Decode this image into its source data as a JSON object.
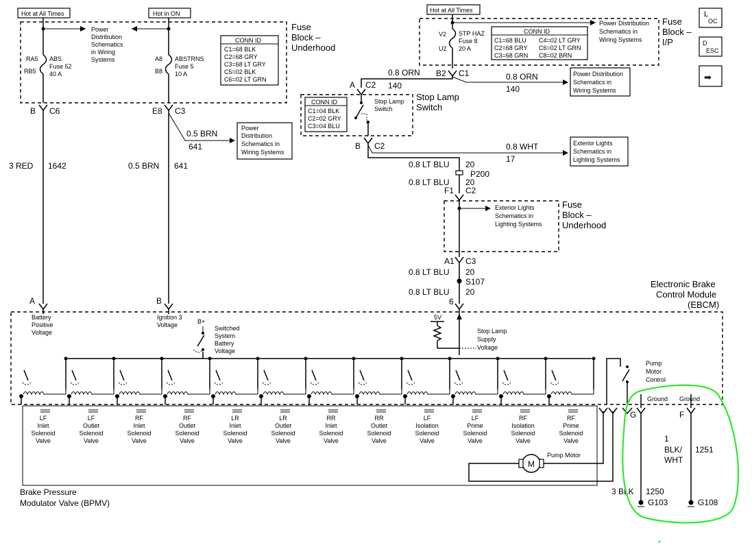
{
  "header": {
    "hot_at_all_times_left": "Hot at All Times",
    "hot_in_on": "Hot in ON",
    "hot_at_all_times_right": "Hot at All Times"
  },
  "nav": {
    "loc_top": "L",
    "loc_sub": "OC",
    "desc_top": "D",
    "desc_sub": "ESC",
    "arrow": "➡"
  },
  "fuse_block_underhood_top": {
    "title_1": "Fuse",
    "title_2": "Block –",
    "title_3": "Underhood",
    "abs_fuse": {
      "pin_top": "RA5",
      "pin_bottom": "RB5",
      "name": "ABS",
      "fuse": "Fuse 52",
      "amps": "40 A"
    },
    "abstrns_fuse": {
      "pin_top": "A8",
      "pin_bottom": "B8",
      "name": "ABSTRNS",
      "fuse": "Fuse 5",
      "amps": "10 A"
    },
    "power_dist_1": "Power",
    "power_dist_2": "Distribution",
    "power_dist_3": "Schematics",
    "power_dist_4": "in Wiring",
    "power_dist_5": "Systems",
    "conn_id": {
      "title": "CONN ID",
      "rows": [
        "C1=68 BLK",
        "C2=68 GRY",
        "C3=68 LT GRY",
        "C5=02 BLK",
        "C6=02 LT GRN"
      ]
    }
  },
  "fuse_block_ip": {
    "title_1": "Fuse",
    "title_2": "Block –",
    "title_3": "I/P",
    "stp_haz": {
      "pin_top": "V2",
      "pin_bottom": "U2",
      "name": "STP HAZ",
      "fuse": "Fuse 8",
      "amps": "20 A"
    },
    "conn_id": {
      "title": "CONN ID",
      "rows": [
        [
          "C1=68 BLU",
          "C4=02 LT GRY"
        ],
        [
          "C2=68 GRY",
          "C6=02 LT GRN"
        ],
        [
          "C3=68 GRN",
          "C8=02 BRN"
        ]
      ]
    },
    "power_dist_1": "Power Distribution",
    "power_dist_2": "Schematics in",
    "power_dist_3": "Wiring Systems"
  },
  "wires": {
    "orn_b2": "0.8 ORN",
    "b2": "B2",
    "c1": "C1",
    "orn_right": "0.8 ORN",
    "num_140_right": "140",
    "a_c2": "A",
    "c2_top": "C2",
    "num_140": "140",
    "b_c6": "B",
    "c6": "C6",
    "e8": "E8",
    "c3_top": "C3",
    "brn_641_right": "0.5 BRN",
    "num_641_right": "641",
    "red": "3 RED",
    "num_1642": "1642",
    "brn": "0.5 BRN",
    "num_641": "641",
    "b_c2": "B",
    "c2_b": "C2",
    "wht": "0.8 WHT",
    "num_17": "17",
    "ltblu_1": "0.8 LT BLU",
    "num_20_1": "20",
    "p200": "P200",
    "ltblu_2": "0.8 LT BLU",
    "num_20_2": "20",
    "f1": "F1",
    "c2_f": "C2",
    "a1": "A1",
    "c3_a": "C3",
    "ltblu_3": "0.8 LT BLU",
    "num_20_3": "20",
    "s107": "S107",
    "ltblu_4": "0.8 LT BLU",
    "num_20_4": "20",
    "num_6": "6"
  },
  "power_dist_mid_1": "Power",
  "power_dist_mid_2": "Distribution",
  "power_dist_mid_3": "Schematics in",
  "power_dist_mid_4": "Wiring Systems",
  "power_dist_right_1": "Power Distribution",
  "power_dist_right_2": "Schematics in",
  "power_dist_right_3": "Wiring Systems",
  "stop_lamp_switch": {
    "title_1": "Stop Lamp",
    "title_2": "Switch",
    "inner_1": "Stop Lamp",
    "inner_2": "Switch",
    "conn_title": "CONN ID",
    "conn_rows": [
      "C1=04 BLK",
      "C2=02 GRY",
      "C3=04 BLU"
    ]
  },
  "ext_lights_right_1": "Exterior Lights",
  "ext_lights_right_2": "Schematics in",
  "ext_lights_right_3": "Lighting Systems",
  "fuse_block_underhood_mid": {
    "title_1": "Fuse",
    "title_2": "Block –",
    "title_3": "Underhood",
    "ext_1": "Exterior Lights",
    "ext_2": "Schematics in",
    "ext_3": "Lighting Systems"
  },
  "ebcm": {
    "title_1": "Electronic Brake",
    "title_2": "Control Module",
    "title_3": "(EBCM)",
    "pin_a": "A",
    "pin_b": "B",
    "battery_1": "Battery",
    "battery_2": "Positive",
    "battery_3": "Voltage",
    "ignition_1": "Ignition 3",
    "ignition_2": "Voltage",
    "bplus": "B+",
    "switched_1": "Switched",
    "switched_2": "System",
    "switched_3": "Battery",
    "switched_4": "Voltage",
    "five_v": "5V",
    "stop_supply_1": "Stop Lamp",
    "stop_supply_2": "Supply",
    "stop_supply_3": "Voltage",
    "pump_ctrl_1": "Pump",
    "pump_ctrl_2": "Motor",
    "pump_ctrl_3": "Control",
    "ground_g": "Ground",
    "ground_f": "Ground",
    "pin_g": "G",
    "pin_f": "F"
  },
  "valves": [
    [
      "LF",
      "Inlet",
      "Solenoid",
      "Valve"
    ],
    [
      "LF",
      "Outlet",
      "Solenoid",
      "Valve"
    ],
    [
      "RF",
      "Inlet",
      "Solenoid",
      "Valve"
    ],
    [
      "RF",
      "Outlet",
      "Solenoid",
      "Valve"
    ],
    [
      "LR",
      "Inlet",
      "Solenoid",
      "Valve"
    ],
    [
      "LR",
      "Outlet",
      "Solenoid",
      "Valve"
    ],
    [
      "RR",
      "Inlet",
      "Solenoid",
      "Valve"
    ],
    [
      "RR",
      "Outlet",
      "Solenoid",
      "Valve"
    ],
    [
      "LF",
      "Isolation",
      "Solenoid",
      "Valve"
    ],
    [
      "LF",
      "Prime",
      "Solenoid",
      "Valve"
    ],
    [
      "RF",
      "Isolation",
      "Solenoid",
      "Valve"
    ],
    [
      "RF",
      "Prime",
      "Solenoid",
      "Valve"
    ]
  ],
  "pump_motor": "Pump Motor",
  "motor_symbol": "M",
  "bpmv_1": "Brake Pressure",
  "bpmv_2": "Modulator Valve (BPMV)",
  "grounds": {
    "wire_1": "1",
    "blk_wht_1": "BLK/",
    "blk_wht_2": "WHT",
    "num_1251": "1251",
    "blk_3": "3 BLK",
    "num_1250": "1250",
    "g103": "G103",
    "g108": "G108"
  },
  "colors": {
    "highlight": "#2ee82e"
  }
}
